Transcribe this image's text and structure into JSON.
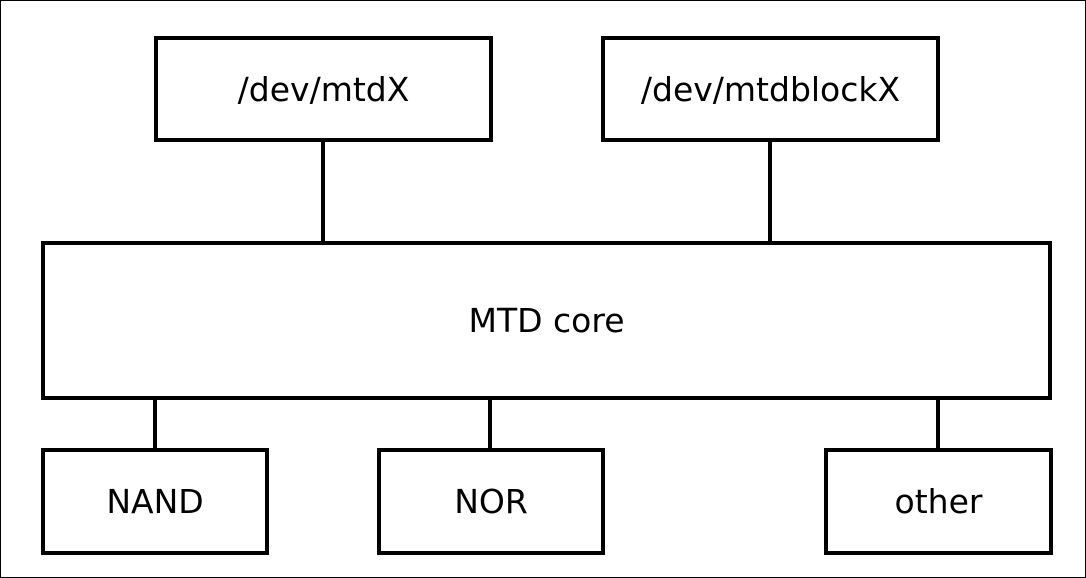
{
  "diagram": {
    "nodes": {
      "mtd": {
        "label": "/dev/mtdX"
      },
      "mtdblock": {
        "label": "/dev/mtdblockX"
      },
      "core": {
        "label": "MTD core"
      },
      "nand": {
        "label": "NAND"
      },
      "nor": {
        "label": "NOR"
      },
      "other": {
        "label": "other"
      }
    },
    "edges": [
      {
        "from": "mtd",
        "to": "core"
      },
      {
        "from": "mtdblock",
        "to": "core"
      },
      {
        "from": "core",
        "to": "nand"
      },
      {
        "from": "core",
        "to": "nor"
      },
      {
        "from": "core",
        "to": "other"
      }
    ],
    "colors": {
      "stroke": "#000000",
      "background": "#ffffff",
      "text": "#000000"
    }
  }
}
